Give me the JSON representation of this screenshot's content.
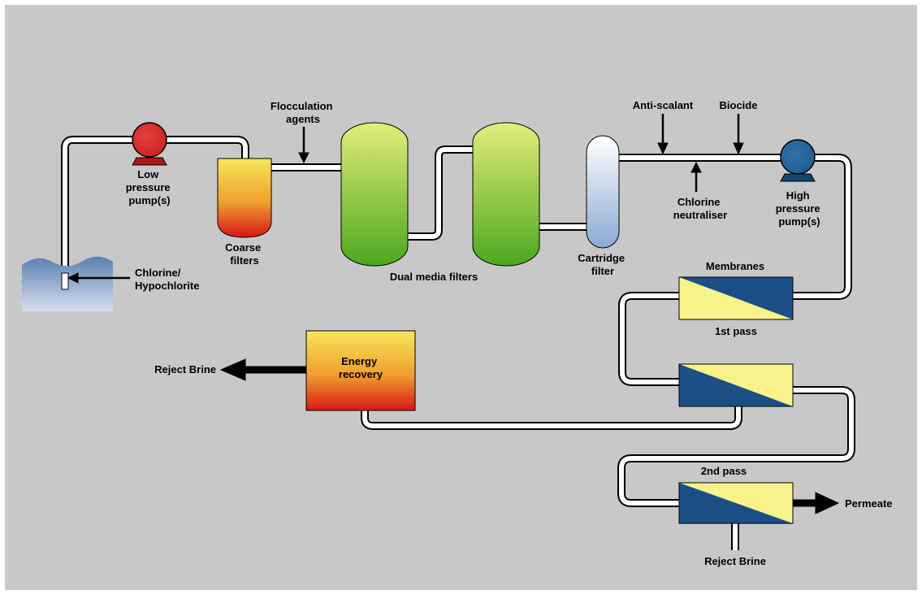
{
  "colors": {
    "background": "#c8c8c8",
    "pipe_fill": "#ffffff",
    "pipe_outline": "#000000",
    "low_pump": "#cc1f1f",
    "high_pump": "#1f5b8f",
    "membrane_dark": "#1b4f86",
    "membrane_light": "#f7f38a",
    "dual_media_top": "#e2ed7a",
    "dual_media_bottom": "#4ca71e",
    "cartridge_top": "#ffffff",
    "cartridge_bottom": "#8aaad6",
    "hot_top": "#f6e65a",
    "hot_bottom": "#d81616",
    "water_top": "#5a80b3",
    "water_bottom": "#d8deee"
  },
  "labels": {
    "low_pump": [
      "Low",
      "pressure",
      "pump(s)"
    ],
    "coarse_filters": [
      "Coarse",
      "filters"
    ],
    "flocculation": [
      "Flocculation",
      "agents"
    ],
    "dual_media": [
      "Dual media filters"
    ],
    "cartridge": [
      "Cartridge",
      "filter"
    ],
    "anti_scalant": [
      "Anti-scalant"
    ],
    "biocide": [
      "Biocide"
    ],
    "chlorine_neutraliser": [
      "Chlorine",
      "neutraliser"
    ],
    "high_pump": [
      "High",
      "pressure",
      "pump(s)"
    ],
    "chlorine_hypochlorite": [
      "Chlorine/",
      "Hypochlorite"
    ],
    "membranes": [
      "Membranes"
    ],
    "first_pass": [
      "1st pass"
    ],
    "energy_recovery": [
      "Energy",
      "recovery"
    ],
    "reject_brine_left": [
      "Reject Brine"
    ],
    "second_pass": [
      "2nd pass"
    ],
    "permeate": [
      "Permeate"
    ],
    "reject_brine_bottom": [
      "Reject Brine"
    ]
  }
}
